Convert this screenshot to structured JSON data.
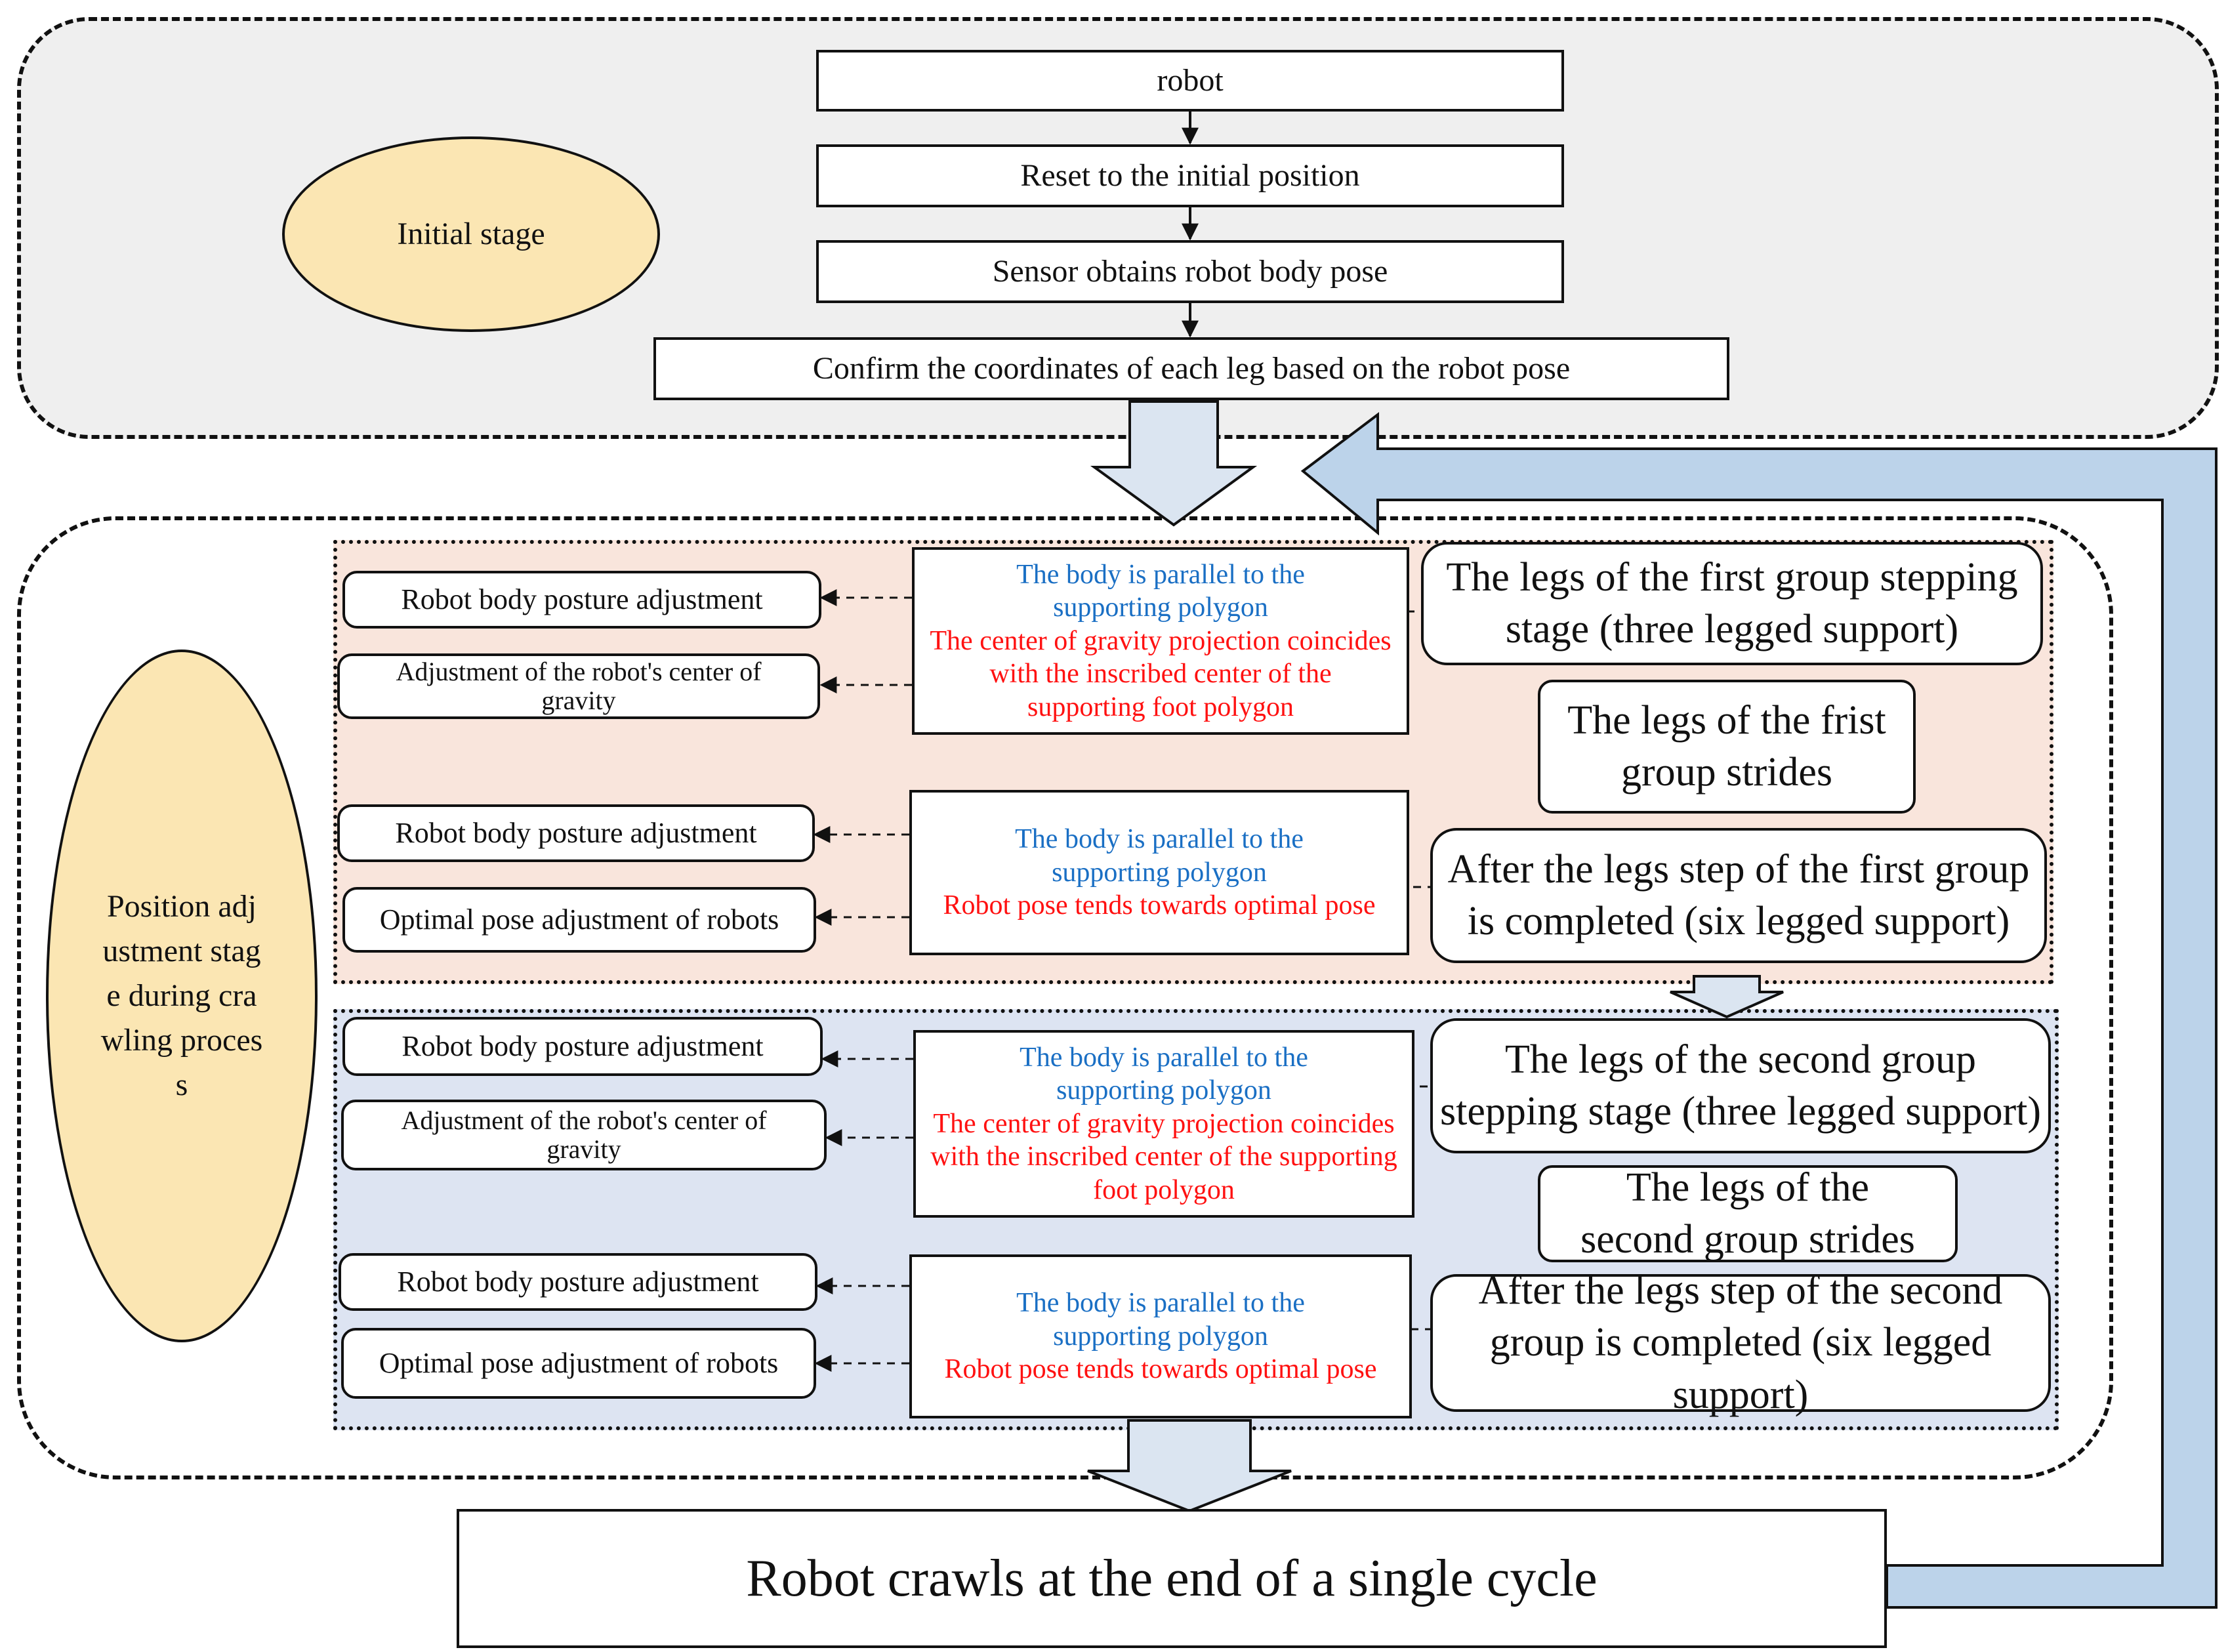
{
  "initial": {
    "stage_label": "Initial stage",
    "steps": [
      "robot",
      "Reset to the initial position",
      "Sensor obtains robot body pose",
      "Confirm the coordinates of each leg based on the robot pose"
    ]
  },
  "crawl": {
    "stage_label": "Position adjustment stage during crawling process",
    "group1": {
      "stepping": "The legs of the first group stepping stage (three legged support)",
      "strides": "The legs of the frist group strides",
      "completed": "After the legs step of the first group is completed (six legged support)",
      "condition_a": {
        "blue": "The body is parallel to the supporting polygon",
        "red": "The center of gravity projection coincides with the inscribed center of the supporting foot polygon"
      },
      "condition_b": {
        "blue": "The body is parallel to the supporting polygon",
        "red": "Robot pose tends towards optimal pose"
      },
      "actions": [
        "Robot body posture adjustment",
        "Adjustment of the robot's center of gravity",
        "Robot body posture adjustment",
        "Optimal pose adjustment of robots"
      ]
    },
    "group2": {
      "stepping": "The legs of the second group stepping stage (three legged support)",
      "strides": "The legs of the second group strides",
      "completed": "After the legs step of the second group is completed (six legged support)",
      "condition_a": {
        "blue": "The body is parallel to the supporting polygon",
        "red": "The center of gravity projection coincides with the inscribed center of the supporting foot polygon"
      },
      "condition_b": {
        "blue": "The body is parallel to the supporting polygon",
        "red": "Robot pose tends towards optimal pose"
      },
      "actions": [
        "Robot body posture adjustment",
        "Adjustment of the robot's center of gravity",
        "Robot body posture adjustment",
        "Optimal pose adjustment of robots"
      ]
    }
  },
  "end": {
    "label": "Robot crawls at the end of a single cycle"
  },
  "colors": {
    "initial_region_bg": "#efefef",
    "group1_bg": "#f9e5dc",
    "group2_bg": "#dde4f2",
    "stage_ellipse_fill": "#fbe6b3",
    "big_arrow_fill": "#dbe5f1",
    "loop_arrow_fill": "#bcd3ea",
    "condition_text_blue": "#1a6fc4",
    "condition_text_red": "#ff1111"
  }
}
